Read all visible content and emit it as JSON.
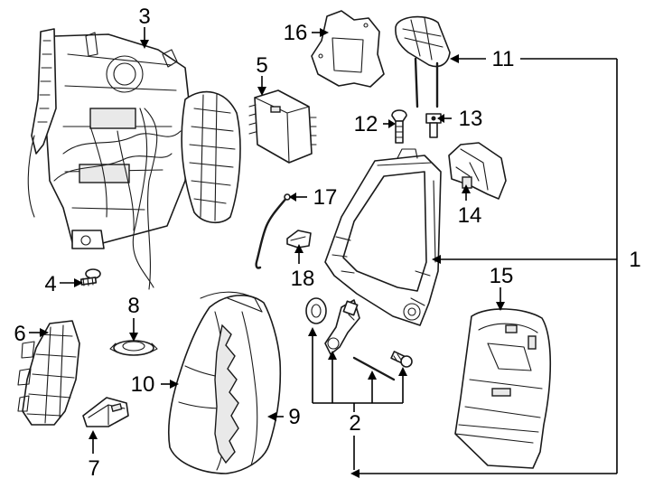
{
  "callouts": {
    "c1": "1",
    "c2": "2",
    "c3": "3",
    "c4": "4",
    "c5": "5",
    "c6": "6",
    "c7": "7",
    "c8": "8",
    "c9": "9",
    "c10": "10",
    "c11": "11",
    "c12": "12",
    "c13": "13",
    "c14": "14",
    "c15": "15",
    "c16": "16",
    "c17": "17",
    "c18": "18"
  },
  "colors": {
    "line": "#1a1a1a",
    "background": "#ffffff",
    "shade": "#e9e9e9"
  }
}
